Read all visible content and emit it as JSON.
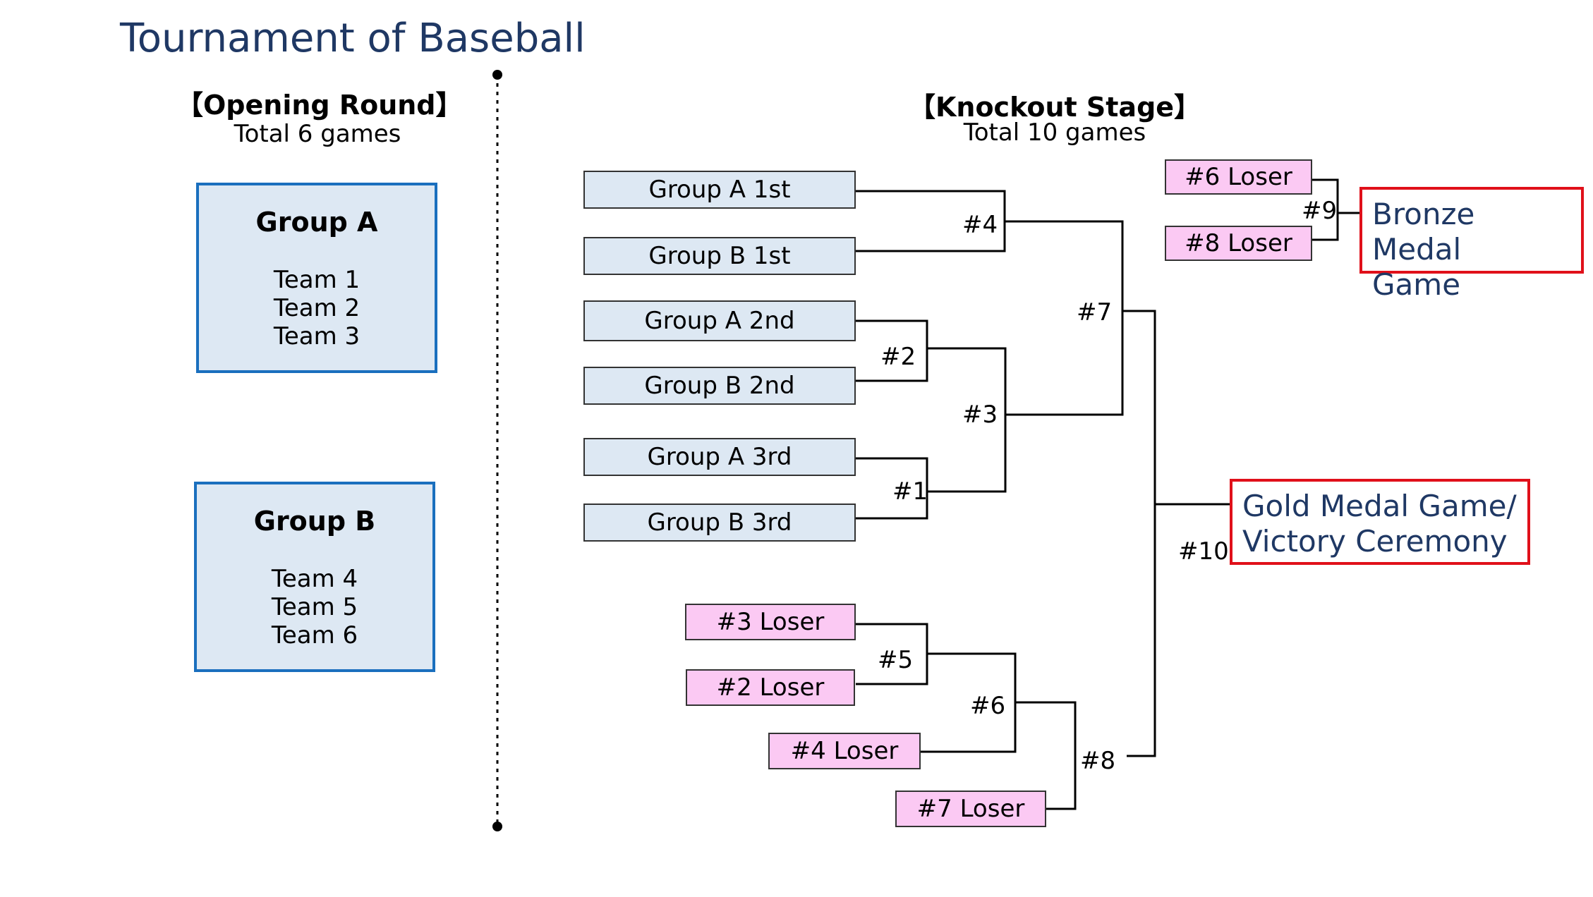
{
  "title": "Tournament of Baseball",
  "opening": {
    "heading": "【Opening Round】",
    "subtitle": "Total 6 games",
    "groups": [
      {
        "name": "Group A",
        "teams": [
          "Team 1",
          "Team 2",
          "Team 3"
        ]
      },
      {
        "name": "Group B",
        "teams": [
          "Team 4",
          "Team 5",
          "Team 6"
        ]
      }
    ]
  },
  "knockout": {
    "heading": "【Knockout Stage】",
    "subtitle": "Total 10 games",
    "slots": {
      "ga1": "Group A 1st",
      "gb1": "Group B 1st",
      "ga2": "Group A 2nd",
      "gb2": "Group B 2nd",
      "ga3": "Group A 3rd",
      "gb3": "Group B 3rd",
      "l3": "#3 Loser",
      "l2": "#2 Loser",
      "l4": "#4 Loser",
      "l7": "#7 Loser",
      "l6": "#6 Loser",
      "l8": "#8 Loser"
    },
    "games": {
      "g1": "#1",
      "g2": "#2",
      "g3": "#3",
      "g4": "#4",
      "g5": "#5",
      "g6": "#6",
      "g7": "#7",
      "g8": "#8",
      "g9": "#9",
      "g10": "#10"
    },
    "bronze": {
      "line1": "Bronze Medal",
      "line2": "Game"
    },
    "gold": {
      "line1": "Gold Medal Game/",
      "line2": "Victory Ceremony"
    }
  }
}
